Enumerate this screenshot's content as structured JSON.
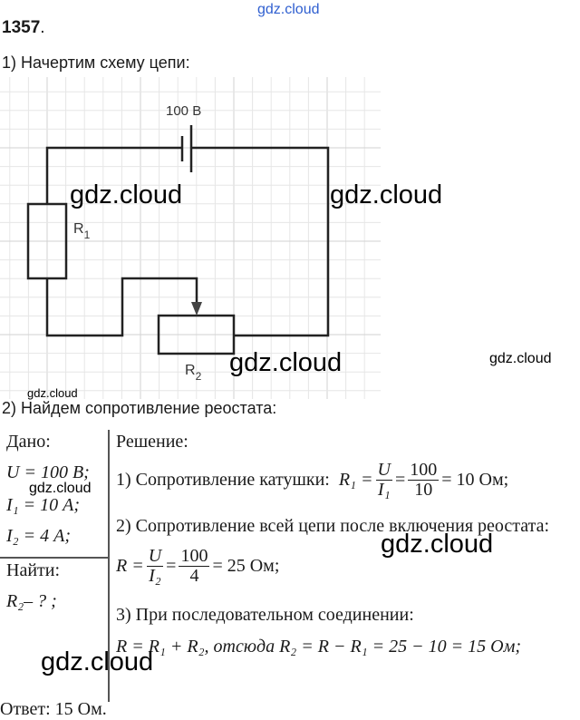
{
  "watermark": "gdz.cloud",
  "problem_number": "1357",
  "step1_heading": "1) Начертим схему цепи:",
  "circuit": {
    "voltage_label": "100 В",
    "r1_label": "R",
    "r1_sub": "1",
    "r2_label": "R",
    "r2_sub": "2"
  },
  "step2_heading": "2) Найдем сопротивление реостата:",
  "given": {
    "title": "Дано:",
    "items": [
      "U = 100 В;",
      "I₁ = 10 А;",
      "I₂ = 4 А;"
    ]
  },
  "find": {
    "title": "Найти:",
    "item": "R₂– ? ;"
  },
  "solution": {
    "title": "Решение:",
    "line1_text": "1) Сопротивление катушки:",
    "line1_lhs": "R₁ =",
    "line1_frac1_num": "U",
    "line1_frac1_den": "I₁",
    "line1_frac2_num": "100",
    "line1_frac2_den": "10",
    "line1_result": "= 10 Ом;",
    "line2_text": "2) Сопротивление всей цепи после включения реостата:",
    "line3_lhs": "R =",
    "line3_frac1_num": "U",
    "line3_frac1_den": "I₂",
    "line3_frac2_num": "100",
    "line3_frac2_den": "4",
    "line3_result": "= 25 Ом;",
    "line4_text": "3) При последовательном соединении:",
    "line5_text": "R = R₁ + R₂, отсюда  R₂ = R − R₁ = 25 − 10 = 15 Ом;"
  },
  "answer": "Ответ:  15 Ом."
}
